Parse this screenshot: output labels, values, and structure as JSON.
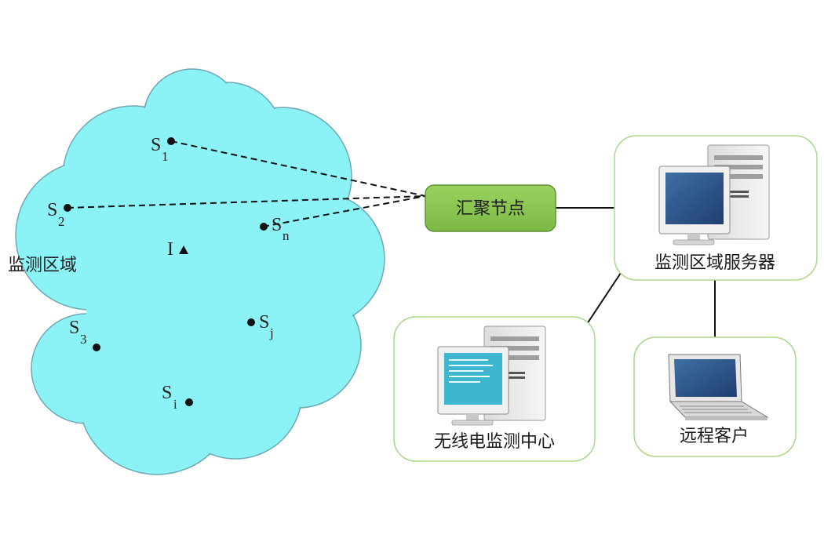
{
  "region": {
    "label": "监测区域",
    "cloud_color": "#8bf3f5"
  },
  "sensors": [
    {
      "name": "S",
      "sub": "1"
    },
    {
      "name": "S",
      "sub": "2"
    },
    {
      "name": "S",
      "sub": "n"
    },
    {
      "name": "S",
      "sub": "3"
    },
    {
      "name": "S",
      "sub": "j"
    },
    {
      "name": "S",
      "sub": "i"
    }
  ],
  "interference": {
    "label": "I"
  },
  "aggregation_node": {
    "label": "汇聚节点",
    "color": "#8fc551"
  },
  "server": {
    "label": "监测区域服务器",
    "icon": "desktop-computer-icon"
  },
  "monitor_center": {
    "label": "无线电监测中心",
    "icon": "desktop-computer-icon"
  },
  "remote_client": {
    "label": "远程客户",
    "icon": "laptop-icon"
  },
  "box_border_color": "#a8d88a"
}
